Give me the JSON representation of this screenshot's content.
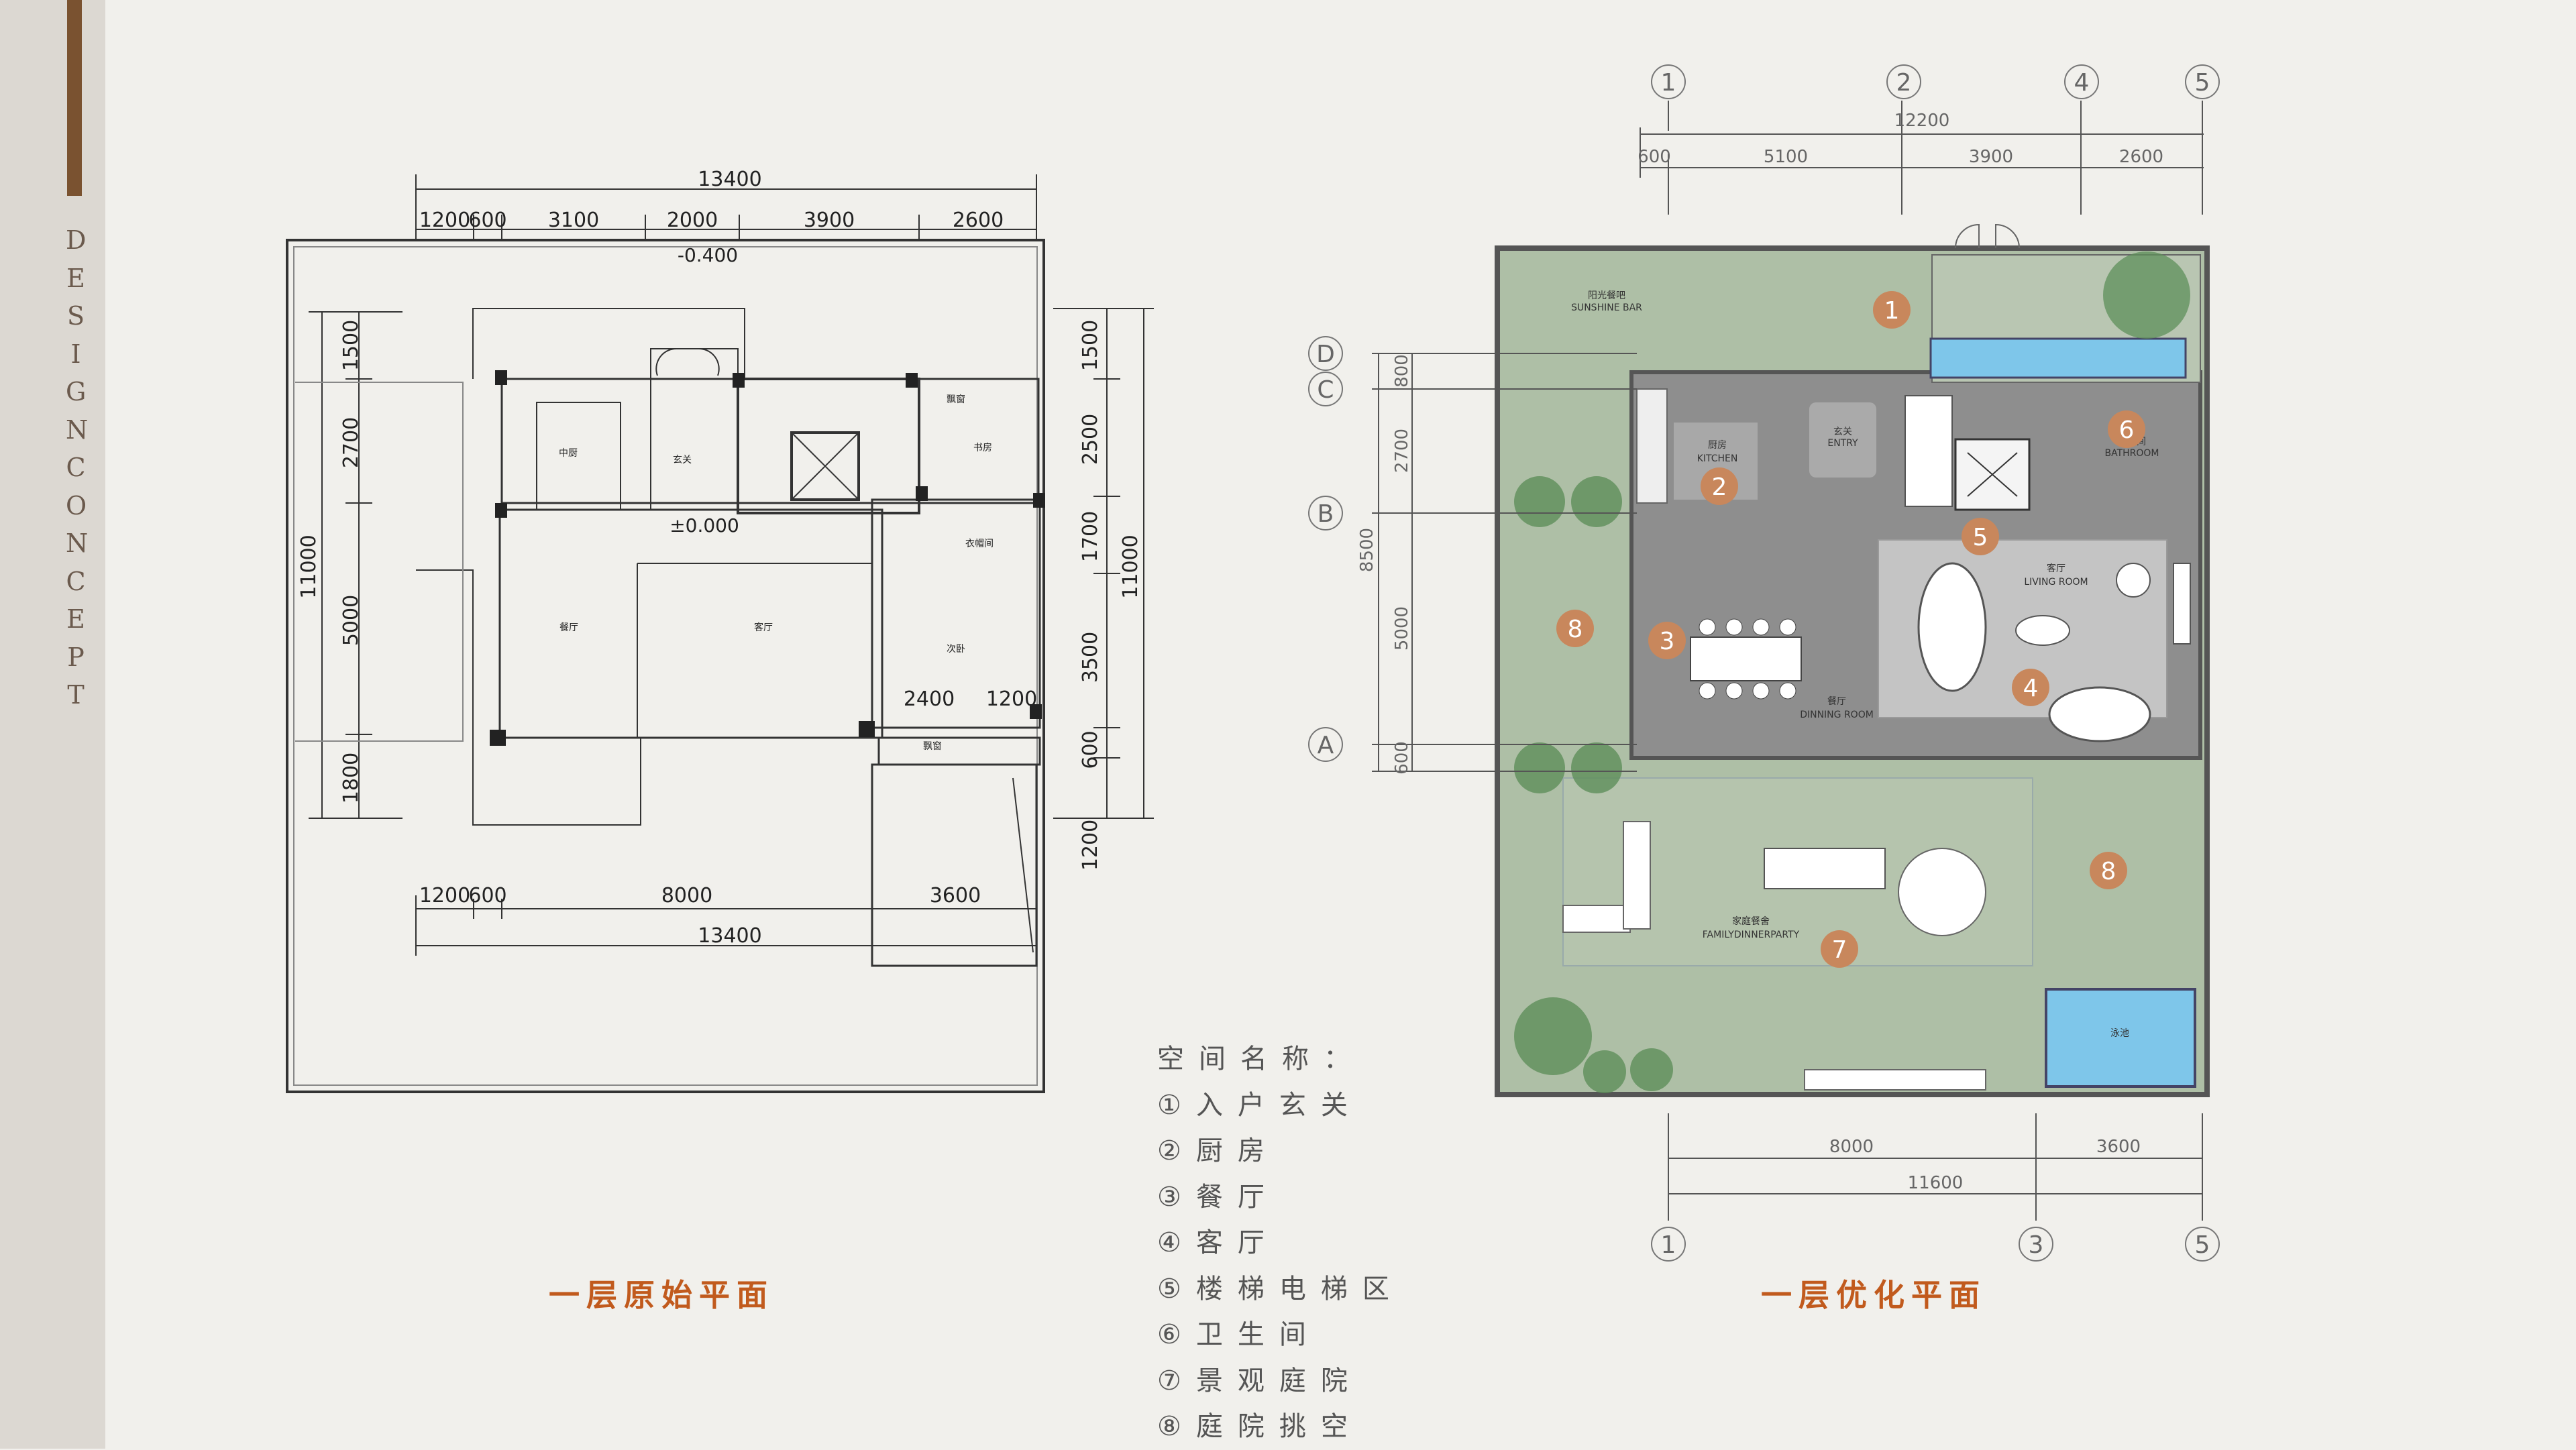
{
  "sidebar": {
    "vertical_text": [
      "D",
      "E",
      "S",
      "I",
      "G",
      "N",
      "C",
      "O",
      "N",
      "C",
      "E",
      "P",
      "T"
    ]
  },
  "colors": {
    "accent": "#c15a1d",
    "marker": "#c8875c",
    "garden": "#aebfa6",
    "interior": "#8e8e8e",
    "living": "#c4c4c4",
    "pool": "#7ec6ea",
    "line": "#333333"
  },
  "left_plan": {
    "caption": "一层原始平面",
    "top_total": "13400",
    "top_dims": [
      "1200",
      "600",
      "3100",
      "2000",
      "3900",
      "2600"
    ],
    "bottom_dims": [
      "1200",
      "600",
      "8000",
      "3600"
    ],
    "bottom_total": "13400",
    "left_dims": [
      "1500",
      "2700",
      "5000",
      "1800"
    ],
    "left_total": "11000",
    "right_dims": [
      "1500",
      "2500",
      "1700",
      "3500",
      "600",
      "1200"
    ],
    "right_total": "11000",
    "level_top": "-0.400",
    "level_mid": "±0.000",
    "inner_dims": [
      "2400",
      "1200"
    ],
    "rooms": [
      "中厨",
      "玄关",
      "书房",
      "衣帽间",
      "餐厅",
      "客厅",
      "次卧",
      "飘窗",
      "飘窗"
    ]
  },
  "right_plan": {
    "caption": "一层优化平面",
    "top_axes": [
      "1",
      "2",
      "4",
      "5"
    ],
    "top_total": "12200",
    "top_dims": [
      "600",
      "5100",
      "3900",
      "2600"
    ],
    "left_axes": [
      "D",
      "C",
      "B",
      "A"
    ],
    "left_dims": [
      "800",
      "2700",
      "5000",
      "600"
    ],
    "left_total": "8500",
    "bottom_dims": [
      "8000",
      "3600"
    ],
    "bottom_total": "11600",
    "bottom_axes": [
      "1",
      "3",
      "5"
    ],
    "markers": [
      "1",
      "2",
      "3",
      "4",
      "5",
      "6",
      "7",
      "8",
      "8"
    ],
    "room_labels": {
      "sunshine_cn": "阳光餐吧",
      "sunshine_en": "SUNSHINE BAR",
      "kitchen_cn": "厨房",
      "kitchen_en": "KITCHEN",
      "entry_cn": "玄关",
      "entry_en": "ENTRY",
      "bath_cn": "卫生间",
      "bath_en": "BATHROOM",
      "living_cn": "客厅",
      "living_en": "LIVING ROOM",
      "dining_cn": "餐厅",
      "dining_en": "DINNING ROOM",
      "family_cn": "家庭餐舍",
      "family_en": "FAMILYDINNERPARTY",
      "pool": "泳池"
    }
  },
  "legend": {
    "title": "空间名称：",
    "items": [
      "①入户玄关",
      "②厨房",
      "③餐厅",
      "④客厅",
      "⑤楼梯电梯区",
      "⑥卫生间",
      "⑦景观庭院",
      "⑧庭院挑空"
    ]
  }
}
